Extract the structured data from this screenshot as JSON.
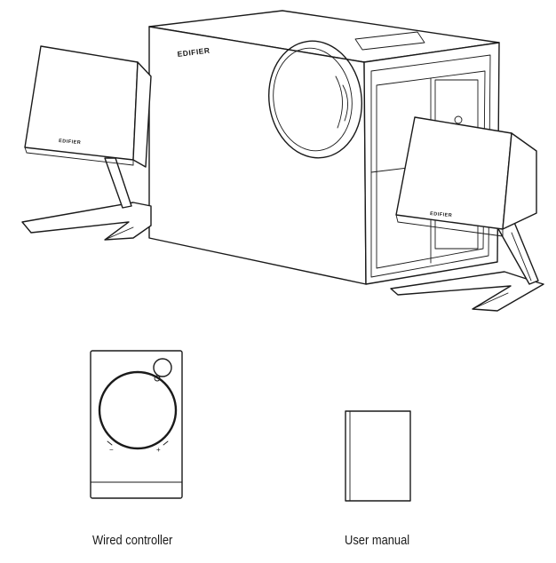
{
  "brand": "EDIFIER",
  "controller_marks": {
    "minus": "−",
    "plus": "+"
  },
  "items": [
    {
      "label": "Wired controller"
    },
    {
      "label": "User manual"
    }
  ]
}
